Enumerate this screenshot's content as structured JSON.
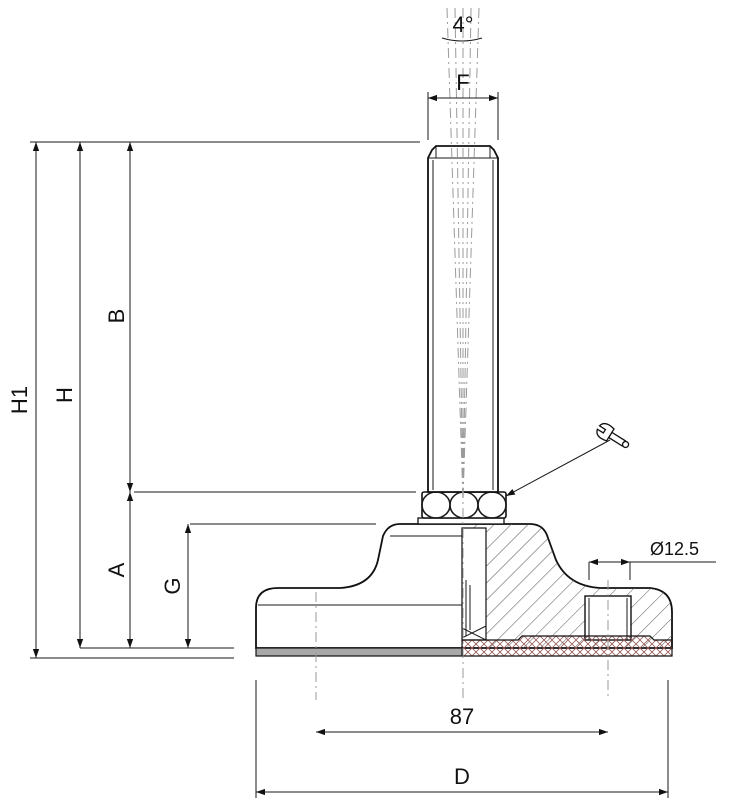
{
  "labels": {
    "angle": "4°",
    "F": "F",
    "H1": "H1",
    "H": "H",
    "B": "B",
    "A": "A",
    "G": "G",
    "hole": "Ø12.5",
    "pitch": "87",
    "D": "D"
  },
  "icons": {
    "wrench": "wrench-icon"
  },
  "colors": {
    "line": "#1a1a1a",
    "centerline": "#9a9a9a",
    "hatch": "#555555",
    "base_pad": "#a8a8a8",
    "pad_crosshatch": "#9a5c5c"
  }
}
